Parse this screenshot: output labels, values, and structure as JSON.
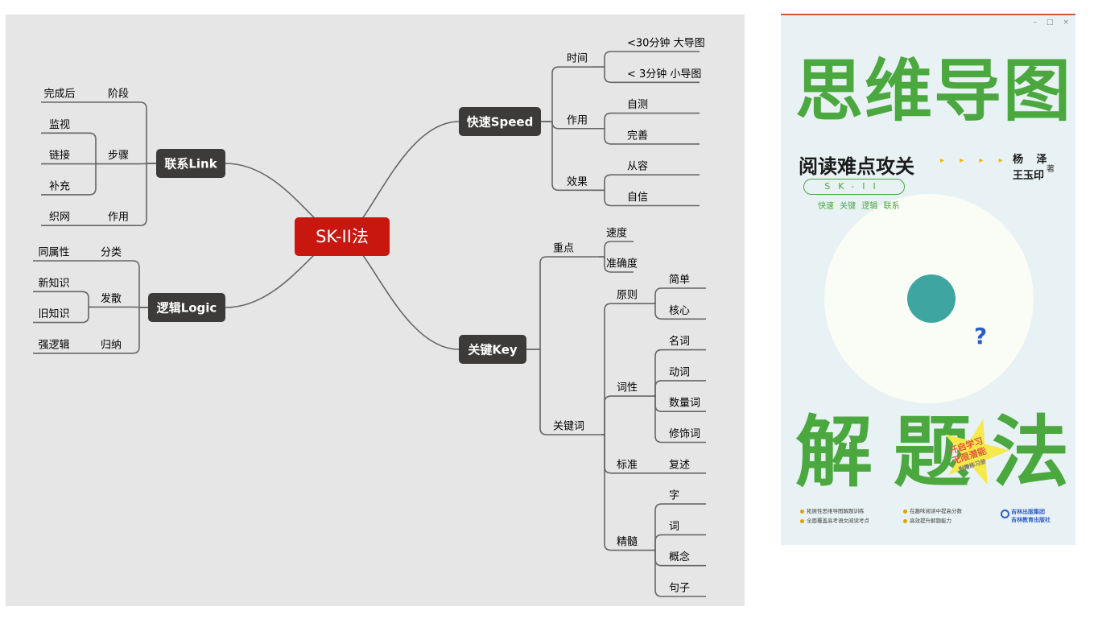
{
  "mindmap": {
    "center": "SK-II法",
    "colors": {
      "background": "#e6e6e6",
      "center": "#c8170f",
      "main": "#3c3b39",
      "line": "#666666",
      "text": "#333333"
    },
    "branches": [
      {
        "label": "快速Speed",
        "children": [
          {
            "label": "时间",
            "children": [
              {
                "label": "<30分钟 大导图"
              },
              {
                "label": "< 3分钟 小导图"
              }
            ]
          },
          {
            "label": "作用",
            "children": [
              {
                "label": "自测"
              },
              {
                "label": "完善"
              }
            ]
          },
          {
            "label": "效果",
            "children": [
              {
                "label": "从容"
              },
              {
                "label": "自信"
              }
            ]
          }
        ]
      },
      {
        "label": "关键Key",
        "children": [
          {
            "label": "重点",
            "children": [
              {
                "label": "速度"
              },
              {
                "label": "准确度"
              }
            ]
          },
          {
            "label": "关键词",
            "children": [
              {
                "label": "原则",
                "children": [
                  {
                    "label": "简单"
                  },
                  {
                    "label": "核心"
                  }
                ]
              },
              {
                "label": "词性",
                "children": [
                  {
                    "label": "名词"
                  },
                  {
                    "label": "动词"
                  },
                  {
                    "label": "数量词"
                  },
                  {
                    "label": "修饰词"
                  }
                ]
              },
              {
                "label": "标准",
                "children": [
                  {
                    "label": "复述"
                  }
                ]
              },
              {
                "label": "精髓",
                "children": [
                  {
                    "label": "字"
                  },
                  {
                    "label": "词"
                  },
                  {
                    "label": "概念"
                  },
                  {
                    "label": "句子"
                  }
                ]
              }
            ]
          }
        ]
      },
      {
        "label": "联系Link",
        "children": [
          {
            "label": "阶段",
            "children": [
              {
                "label": "完成后"
              }
            ]
          },
          {
            "label": "步骤",
            "children": [
              {
                "label": "监视"
              },
              {
                "label": "链接"
              },
              {
                "label": "补充"
              }
            ]
          },
          {
            "label": "作用",
            "children": [
              {
                "label": "织网"
              }
            ]
          }
        ]
      },
      {
        "label": "逻辑Logic",
        "children": [
          {
            "label": "分类",
            "children": [
              {
                "label": "同属性"
              }
            ]
          },
          {
            "label": "发散",
            "children": [
              {
                "label": "新知识"
              },
              {
                "label": "旧知识"
              }
            ]
          },
          {
            "label": "归纳",
            "children": [
              {
                "label": "强逻辑"
              }
            ]
          }
        ]
      }
    ]
  },
  "book": {
    "window_controls": {
      "minimize": "–",
      "maximize": "□",
      "close": "×"
    },
    "title_chars": [
      "思",
      "维",
      "导",
      "图"
    ],
    "subtitle": "阅读难点攻关",
    "dots": "▸ ▸ ▸ ▸",
    "author1": "杨 泽",
    "author2": "王玉印",
    "author_note": "著",
    "pill": "SK-II",
    "tagline": "快速 关键 逻辑 联系",
    "bottom_chars": [
      "解",
      "题",
      "法"
    ],
    "star_lines": [
      "开启学习",
      "无限潜能"
    ],
    "star_small": "附赠练习册",
    "bullets_left": [
      "拓展性思维导图解题训练",
      "全面覆盖高考语文阅读考点"
    ],
    "bullets_right": [
      "在趣味阅读中提高分数",
      "高效提升解题能力"
    ],
    "publisher": [
      "吉林出版集团",
      "吉林教育出版社"
    ],
    "colors": {
      "green": "#4aa83f",
      "yellow": "#f6e94a",
      "background": "#e8f1f3"
    }
  }
}
